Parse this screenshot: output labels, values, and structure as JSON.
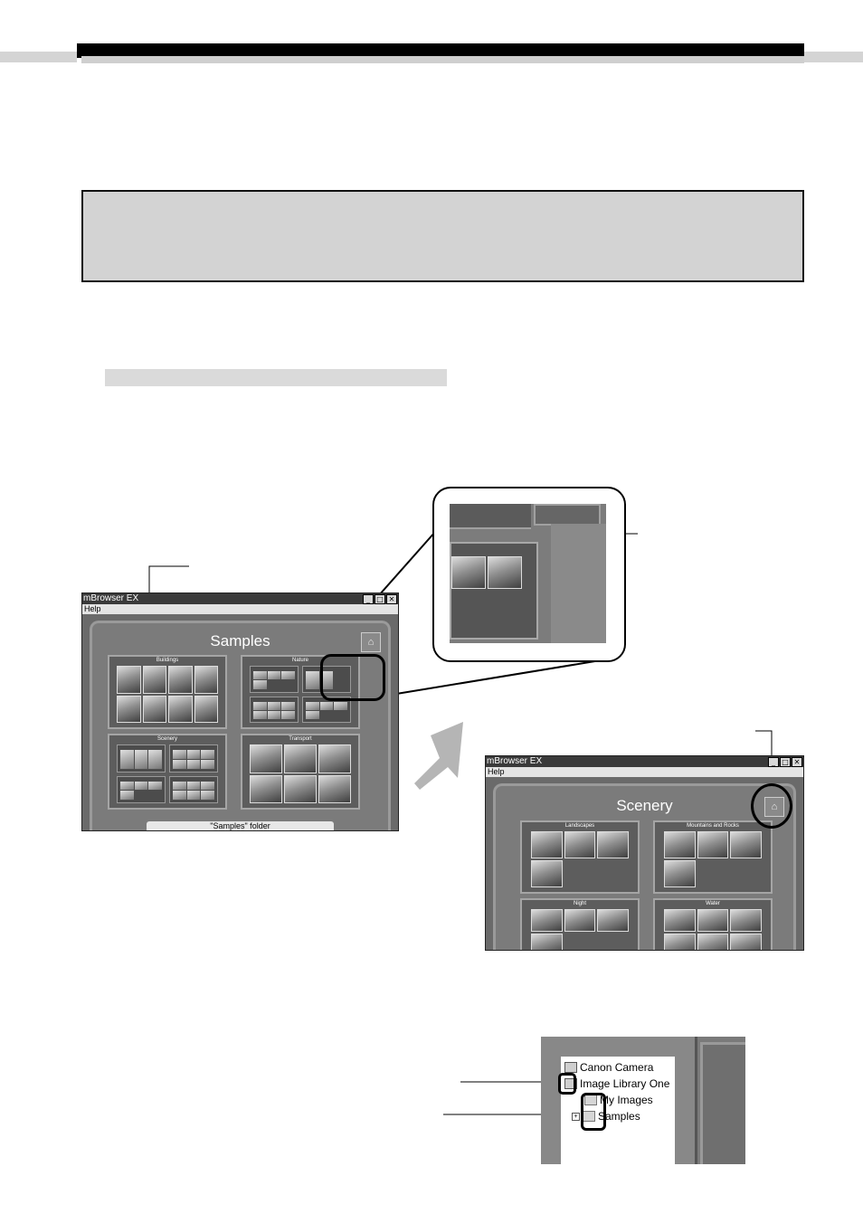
{
  "window_samples": {
    "title": "mBrowser EX",
    "menu": "Help",
    "stage_title": "Samples",
    "folders": [
      "Buildings",
      "Nature",
      "Scenery",
      "Transport"
    ],
    "status": "\"Samples\" folder"
  },
  "window_scenery": {
    "title": "mBrowser EX",
    "menu": "Help",
    "stage_title": "Scenery",
    "folders": [
      "Landscapes",
      "Mountains and Rocks",
      "Night",
      "Water"
    ]
  },
  "tree": {
    "items": [
      "Canon Camera",
      "Image Library One",
      "My Images",
      "Samples"
    ]
  }
}
